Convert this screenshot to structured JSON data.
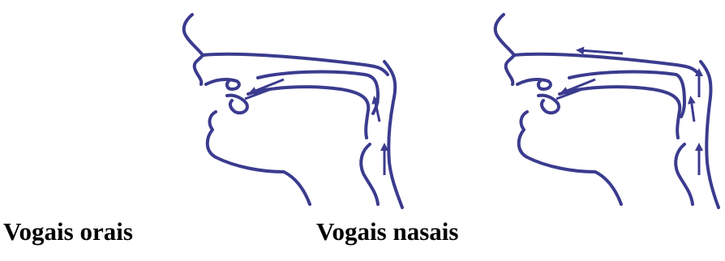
{
  "captions": {
    "oral": "Vogais orais",
    "nasal": "Vogais nasais"
  },
  "colors": {
    "stroke": "#3b3b8f",
    "caption": "#000000",
    "background": "#ffffff"
  },
  "diagrams": [
    {
      "id": "oral",
      "airflow": [
        "oral"
      ],
      "velum": "raised"
    },
    {
      "id": "nasal",
      "airflow": [
        "oral",
        "nasal"
      ],
      "velum": "lowered"
    }
  ]
}
